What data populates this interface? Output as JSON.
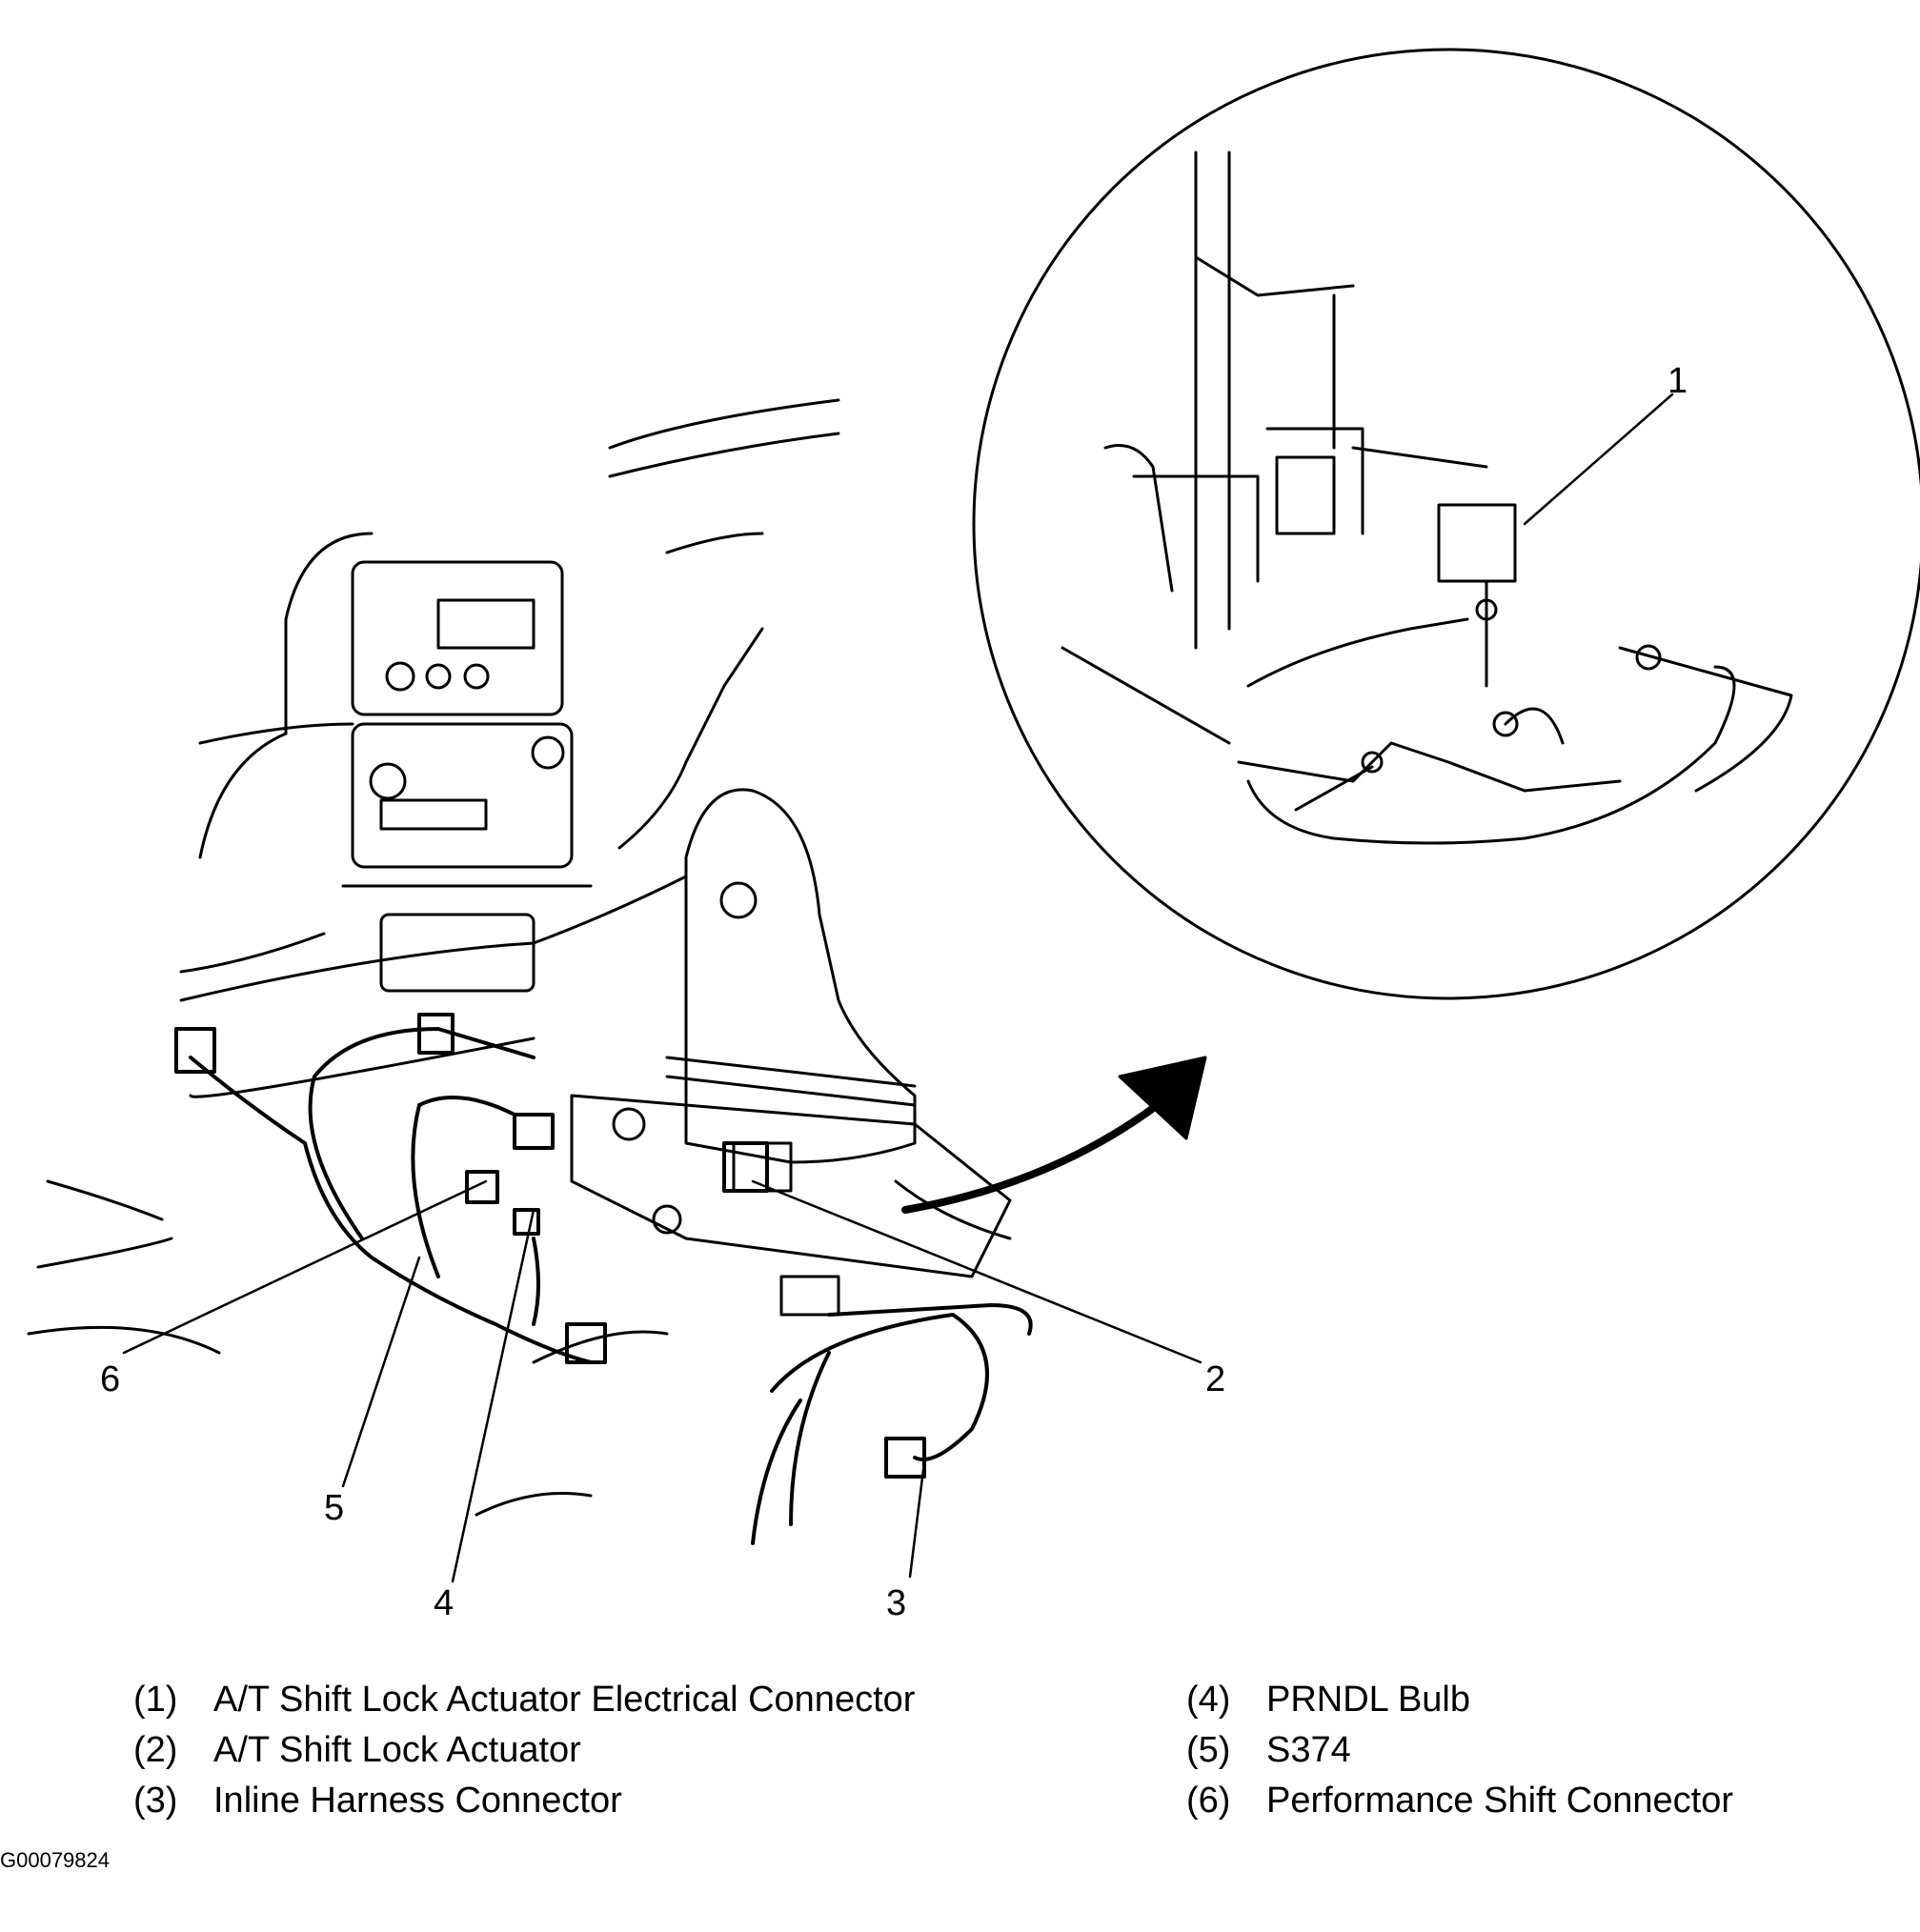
{
  "callouts": [
    {
      "number": "1"
    },
    {
      "number": "2"
    },
    {
      "number": "3"
    },
    {
      "number": "4"
    },
    {
      "number": "5"
    },
    {
      "number": "6"
    }
  ],
  "legend": {
    "left": [
      {
        "number": "(1)",
        "label": "A/T Shift Lock Actuator Electrical Connector"
      },
      {
        "number": "(2)",
        "label": "A/T Shift Lock Actuator"
      },
      {
        "number": "(3)",
        "label": "Inline Harness Connector"
      }
    ],
    "right": [
      {
        "number": "(4)",
        "label": "PRNDL Bulb"
      },
      {
        "number": "(5)",
        "label": "S374"
      },
      {
        "number": "(6)",
        "label": "Performance Shift Connector"
      }
    ]
  },
  "figure_id": "G00079824"
}
